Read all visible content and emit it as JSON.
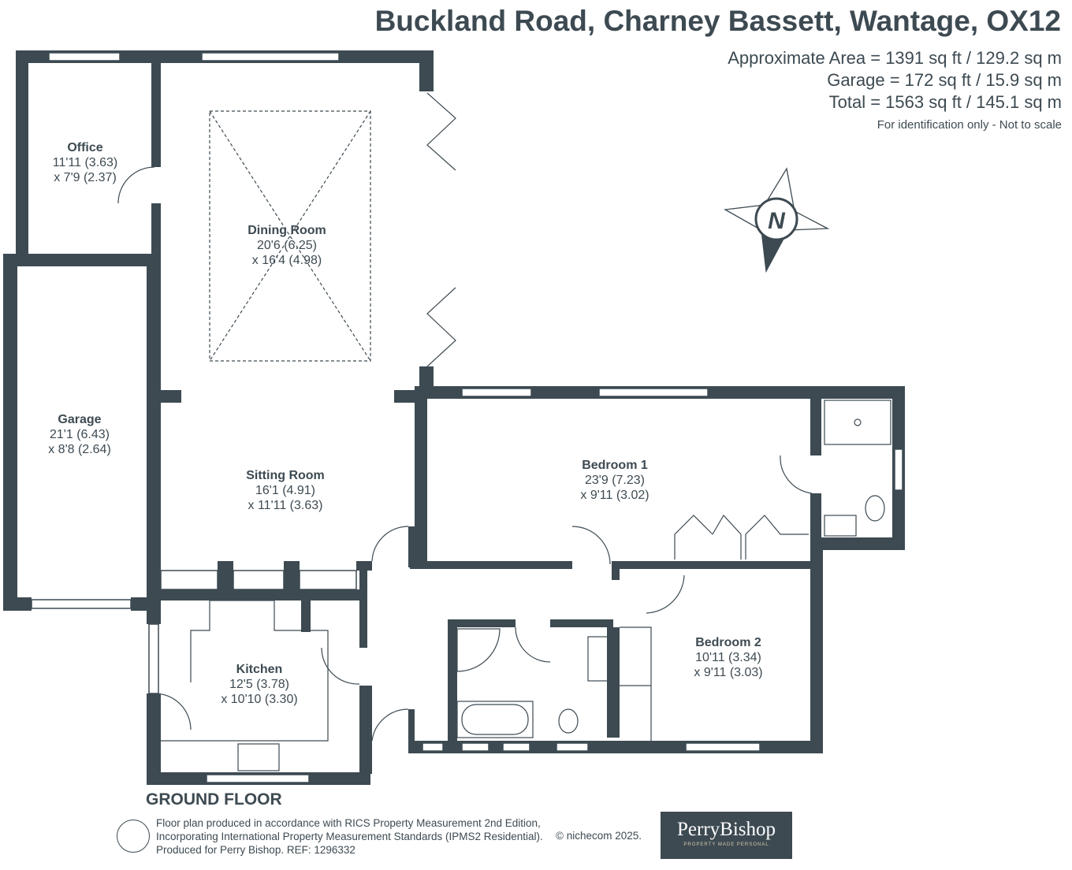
{
  "header": {
    "title": "Buckland Road, Charney Bassett, Wantage, OX12",
    "area": "Approximate Area = 1391 sq ft / 129.2 sq m",
    "garage": "Garage = 172 sq ft / 15.9 sq m",
    "total": "Total = 1563 sq ft / 145.1 sq m",
    "note": "For identification only - Not to scale"
  },
  "compass": {
    "label": "N"
  },
  "rooms": [
    {
      "name": "Office",
      "dim1": "11'11 (3.63)",
      "dim2": "x 7'9 (2.37)"
    },
    {
      "name": "Dining Room",
      "dim1": "20'6 (6.25)",
      "dim2": "x 16'4 (4.98)"
    },
    {
      "name": "Garage",
      "dim1": "21'1 (6.43)",
      "dim2": "x 8'8 (2.64)"
    },
    {
      "name": "Sitting Room",
      "dim1": "16'1 (4.91)",
      "dim2": "x 11'11 (3.63)"
    },
    {
      "name": "Bedroom 1",
      "dim1": "23'9 (7.23)",
      "dim2": "x 9'11 (3.02)"
    },
    {
      "name": "Kitchen",
      "dim1": "12'5 (3.78)",
      "dim2": "x 10'10 (3.30)"
    },
    {
      "name": "Bedroom 2",
      "dim1": "10'11 (3.34)",
      "dim2": "x 9'11 (3.03)"
    }
  ],
  "footer": {
    "floor": "GROUND FLOOR",
    "line1": "Floor plan produced in accordance with RICS Property Measurement 2nd Edition,",
    "line2": "Incorporating International Property Measurement Standards (IPMS2 Residential).",
    "line3": "Produced for Perry Bishop.   REF: 1296332",
    "copyright": "© nichecom 2025.",
    "logo": "PerryBishop",
    "tagline": "PROPERTY MADE PERSONAL"
  },
  "colors": {
    "wall": "#3d4a52"
  }
}
